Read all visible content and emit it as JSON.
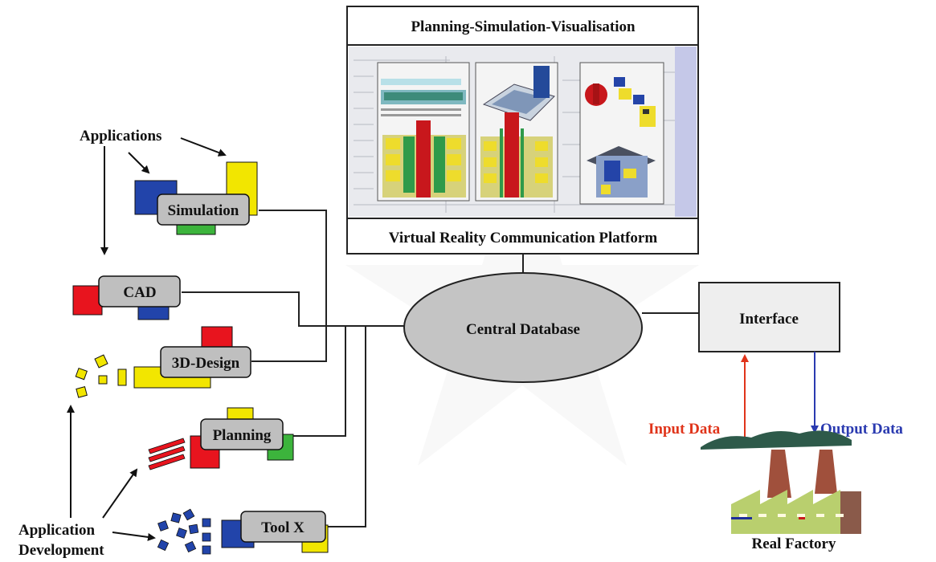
{
  "platform": {
    "title": "Planning-Simulation-Visualisation",
    "subtitle": "Virtual Reality Communication Platform"
  },
  "database": {
    "label": "Central Database"
  },
  "interface": {
    "label": "Interface"
  },
  "factory": {
    "label": "Real Factory",
    "input_label": "Input Data",
    "output_label": "Output Data"
  },
  "applications": {
    "heading": "Applications",
    "items": [
      "Simulation",
      "CAD",
      "3D-Design",
      "Planning",
      "Tool X"
    ]
  },
  "development": {
    "line1": "Application",
    "line2": "Development"
  },
  "colors": {
    "blue": "#2244aa",
    "yellow": "#f2e600",
    "red": "#e8141e",
    "green": "#3cb43c",
    "label_box": "#bfbfbf",
    "database_fill": "#c4c4c4",
    "interface_fill": "#eeeeee",
    "input_arrow": "#e0341a",
    "output_arrow": "#2a3ab0"
  }
}
